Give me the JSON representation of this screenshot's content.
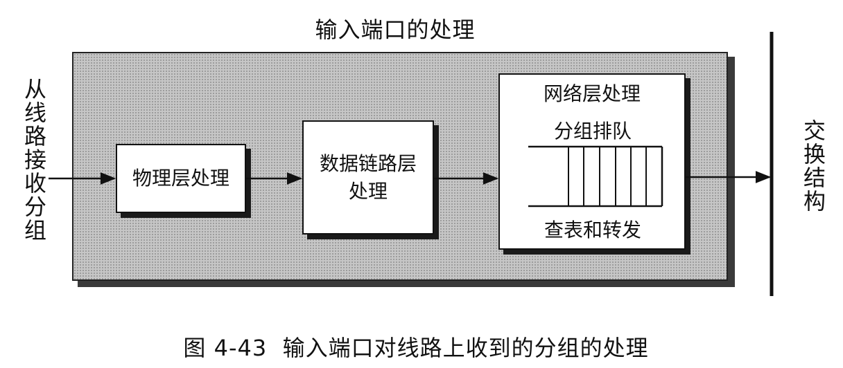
{
  "title": "输入端口的处理",
  "input_label": "从线路接收分组",
  "output_label": "交换结构",
  "physical_layer": "物理层处理",
  "data_link_layer": {
    "line1": "数据链路层",
    "line2": "处理"
  },
  "network_layer": {
    "title": "网络层处理",
    "queue_label": "分组排队",
    "lookup_label": "查表和转发"
  },
  "caption": "图 4-43  输入端口对线路上收到的分组的处理"
}
